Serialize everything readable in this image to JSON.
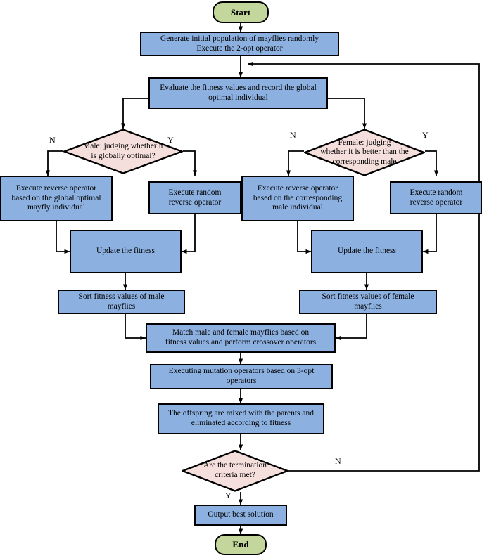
{
  "diagram": {
    "title": "Mayfly algorithm flowchart",
    "colors": {
      "process_fill": "#8CB0E0",
      "decision_fill": "#F5DFDC",
      "terminal_fill": "#C3D69B",
      "stroke": "#000000",
      "background": "#FFFFFF"
    },
    "nodes": {
      "start": {
        "label": "Start",
        "type": "terminal"
      },
      "init": {
        "line1": "Generate initial population of mayflies randomly",
        "line2": "Execute the 2-opt operator",
        "type": "process"
      },
      "evaluate": {
        "line1": "Evaluate the fitness values and record the global",
        "line2": "optimal individual",
        "type": "process"
      },
      "male_decision": {
        "line1": "Male: judging whether it",
        "line2": "is globally optimal?",
        "type": "decision"
      },
      "female_decision": {
        "line1": "Female: judging",
        "line2": "whether it is better than the",
        "line3": "corresponding male",
        "type": "decision"
      },
      "male_reverse_global": {
        "line1": "Execute reverse operator",
        "line2": "based on the global optimal",
        "line3": "mayfly individual",
        "type": "process"
      },
      "male_random_reverse": {
        "line1": "Execute random",
        "line2": "reverse operator",
        "type": "process"
      },
      "female_reverse_corresponding": {
        "line1": "Execute reverse operator",
        "line2": "based on the corresponding",
        "line3": "male individual",
        "type": "process"
      },
      "female_random_reverse": {
        "line1": "Execute random",
        "line2": "reverse operator",
        "type": "process"
      },
      "male_update_fitness": {
        "label": "Update the fitness",
        "type": "process"
      },
      "female_update_fitness": {
        "label": "Update the fitness",
        "type": "process"
      },
      "sort_male": {
        "line1": "Sort fitness values of male",
        "line2": "mayflies",
        "type": "process"
      },
      "sort_female": {
        "line1": "Sort fitness values of female",
        "line2": "mayflies",
        "type": "process"
      },
      "match": {
        "line1": "Match male and female mayflies based on",
        "line2": "fitness values and perform crossover operators",
        "type": "process"
      },
      "mutation": {
        "line1": "Executing mutation operators based on 3-opt",
        "line2": "operators",
        "type": "process"
      },
      "offspring": {
        "line1": "The offspring are mixed with the parents and",
        "line2": "eliminated according to fitness",
        "type": "process"
      },
      "termination": {
        "line1": "Are the termination",
        "line2": "criteria met?",
        "type": "decision"
      },
      "output": {
        "label": "Output best solution",
        "type": "process"
      },
      "end": {
        "label": "End",
        "type": "terminal"
      }
    },
    "edge_labels": {
      "male_no": "N",
      "male_yes": "Y",
      "female_no": "N",
      "female_yes": "Y",
      "termination_no": "N",
      "termination_yes": "Y"
    }
  }
}
